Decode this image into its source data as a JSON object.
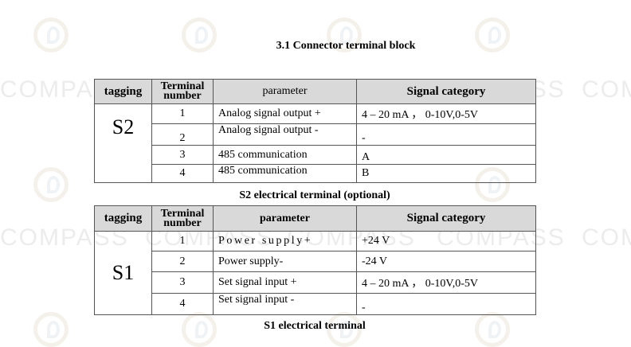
{
  "title": "3.1 Connector terminal block",
  "watermark": {
    "text": "COMPASS",
    "reg": "®"
  },
  "headers": {
    "tagging": "tagging",
    "terminal": "Terminal number",
    "parameter": "parameter",
    "category": "Signal category"
  },
  "table_s2": {
    "tag": "S2",
    "rows": [
      {
        "num": "1",
        "param": "Analog signal output +",
        "cat": "4 – 20 mA ， 0-10V,0-5V"
      },
      {
        "num": "2",
        "param": "Analog signal output -",
        "cat": "-"
      },
      {
        "num": "3",
        "param": "485 communication",
        "cat": "A"
      },
      {
        "num": "4",
        "param": "485 communication",
        "cat": "B"
      }
    ],
    "caption": "S2 electrical terminal (optional)"
  },
  "table_s1": {
    "tag": "S1",
    "rows": [
      {
        "num": "1",
        "param": "Power supply+",
        "cat": "+24 V"
      },
      {
        "num": "2",
        "param": "Power supply-",
        "cat": "-24 V"
      },
      {
        "num": "3",
        "param": "Set signal input +",
        "cat": "4 – 20 mA ， 0-10V,0-5V"
      },
      {
        "num": "4",
        "param": "Set signal input -",
        "cat": "-"
      }
    ],
    "caption": "S1 electrical terminal"
  }
}
